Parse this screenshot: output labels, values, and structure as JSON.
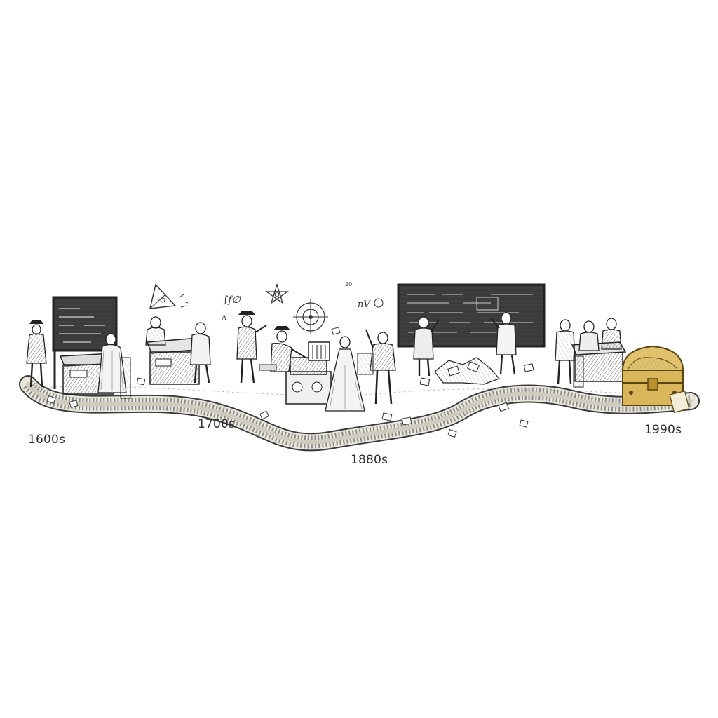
{
  "timeline": {
    "eras": [
      {
        "label": "1600s"
      },
      {
        "label": "1700s"
      },
      {
        "label": "1880s"
      },
      {
        "label": "1990s"
      }
    ]
  },
  "scene": {
    "palette": {
      "ink": "#2a2a2a",
      "paper": "#ffffff",
      "chalkboard": "#3a3a3a",
      "gold": "#c9a13a"
    },
    "icons": [
      "chalkboard-icon",
      "writing-desk-icon",
      "geometry-triangle-icon",
      "pentagram-icon",
      "target-icon",
      "calculating-machine-icon",
      "scattered-papers-icon",
      "treasure-chest-icon"
    ]
  }
}
